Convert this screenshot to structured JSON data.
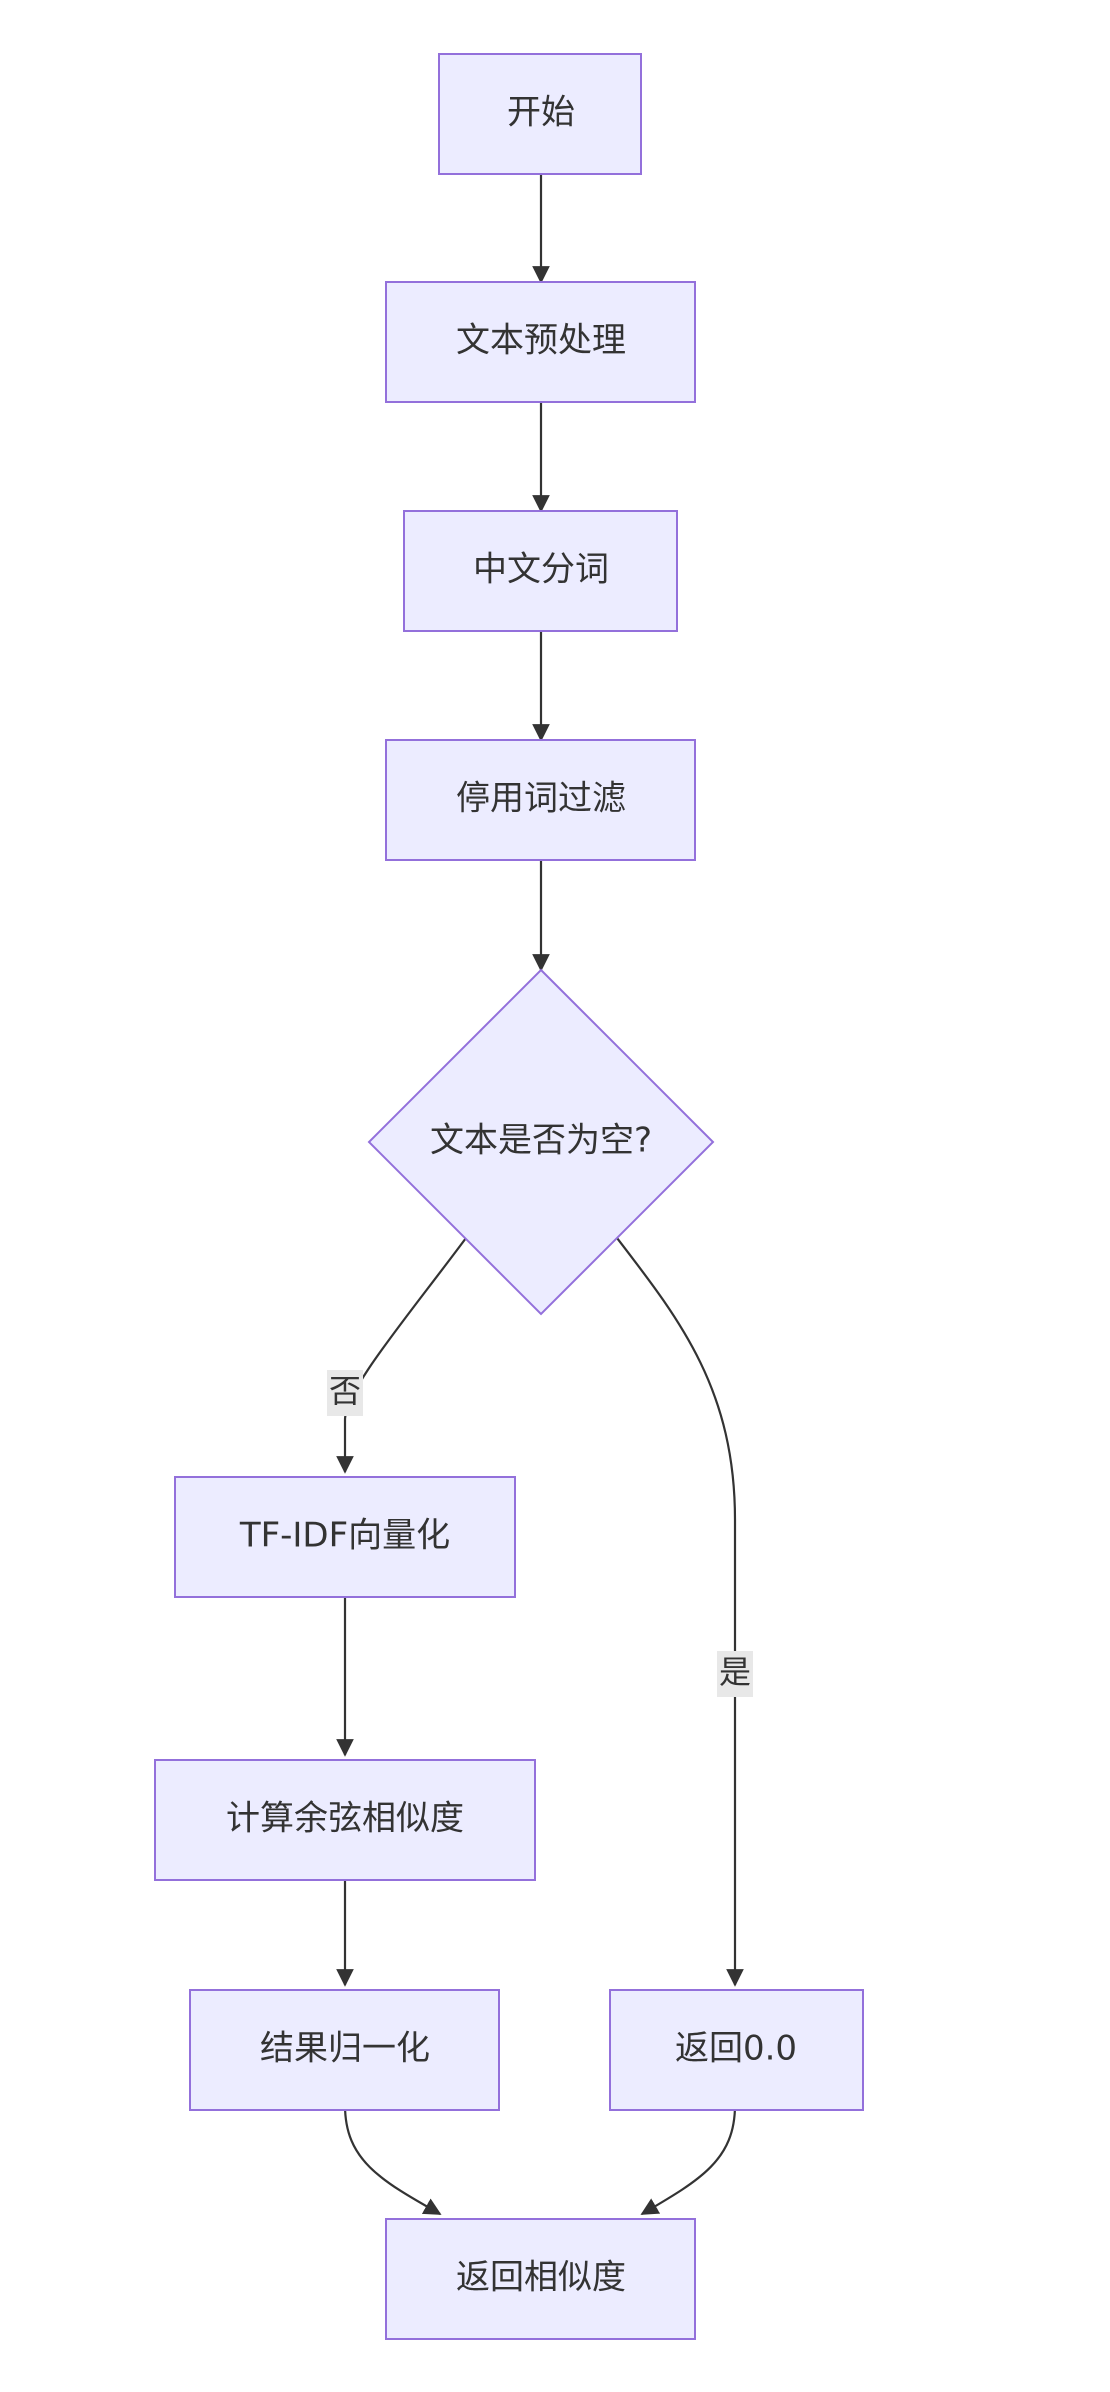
{
  "colors": {
    "node_fill": "#ECECFF",
    "node_stroke": "#9370DB",
    "edge": "#333333",
    "label_bg": "#E8E8E8",
    "text": "#333333"
  },
  "nodes": {
    "start": "开始",
    "preprocess": "文本预处理",
    "segment": "中文分词",
    "stopword": "停用词过滤",
    "decision": "文本是否为空?",
    "tfidf": "TF-IDF向量化",
    "cosine": "计算余弦相似度",
    "normalize": "结果归一化",
    "return_zero": "返回0.0",
    "return_sim": "返回相似度"
  },
  "edge_labels": {
    "no": "否",
    "yes": "是"
  }
}
